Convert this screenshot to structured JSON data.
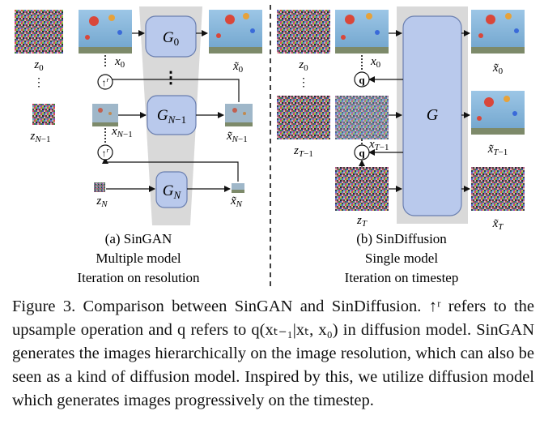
{
  "left_panel": {
    "generators": [
      "G_0",
      "G_{N−1}",
      "G_N"
    ],
    "inputs": [
      "z_0",
      "z_{N−1}",
      "z_N"
    ],
    "images": [
      "x_0",
      "x_{N−1}",
      "x̃_0",
      "x̃_{N−1}",
      "x̃_N"
    ],
    "op": "↑^r",
    "vdots": "⋮",
    "caption_label": "(a) SinGAN",
    "caption_line2": "Multiple model",
    "caption_line3": "Iteration on resolution"
  },
  "right_panel": {
    "generator": "G",
    "inputs": [
      "z_0",
      "z_{T−1}",
      "z_T"
    ],
    "images": [
      "x_0",
      "x_{T−1}",
      "x̃_0",
      "x̃_{T−1}",
      "x̃_T"
    ],
    "op": "q",
    "vdots": "⋮",
    "caption_label": "(b) SinDiffusion",
    "caption_line2": "Single model",
    "caption_line3": "Iteration on timestep"
  },
  "caption": {
    "label": "Figure 3.",
    "text": "Comparison between SinGAN and SinDiffusion. ↑ʳ refers to the upsample operation and q refers to q(xₜ₋₁|xₜ, x₀) in diffusion model. SinGAN generates the images hierarchically on the image resolution, which can also be seen as a kind of diffusion model. Inspired by this, we utilize diffusion model which generates images progressively on the timestep."
  },
  "colors": {
    "generator_fill": "#b9c9ec",
    "generator_stroke": "#6a7fb0",
    "panel_gray": "#d9d9d9",
    "sky": "#8cb9dc",
    "balloon": "#d9473a"
  }
}
